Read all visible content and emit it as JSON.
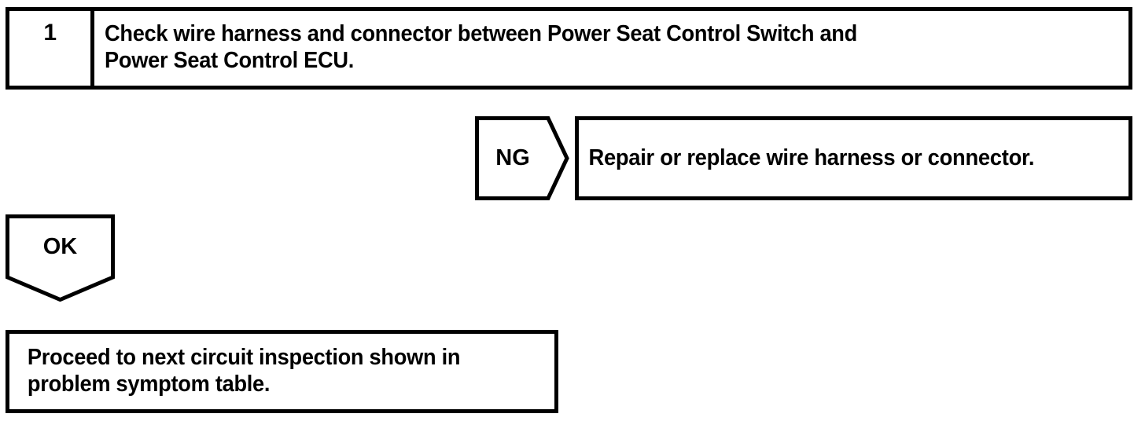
{
  "diagram": {
    "type": "troubleshooting-flowchart",
    "colors": {
      "stroke": "#000000",
      "background": "#ffffff",
      "text": "#000000"
    },
    "step": {
      "number": "1",
      "instruction": "Check wire harness and connector between Power Seat Control Switch and\nPower Seat Control ECU."
    },
    "branches": {
      "ng": {
        "label": "NG",
        "result": "Repair or replace wire harness or connector."
      },
      "ok": {
        "label": "OK",
        "result": "Proceed to next circuit inspection shown in\nproblem symptom table."
      }
    }
  }
}
